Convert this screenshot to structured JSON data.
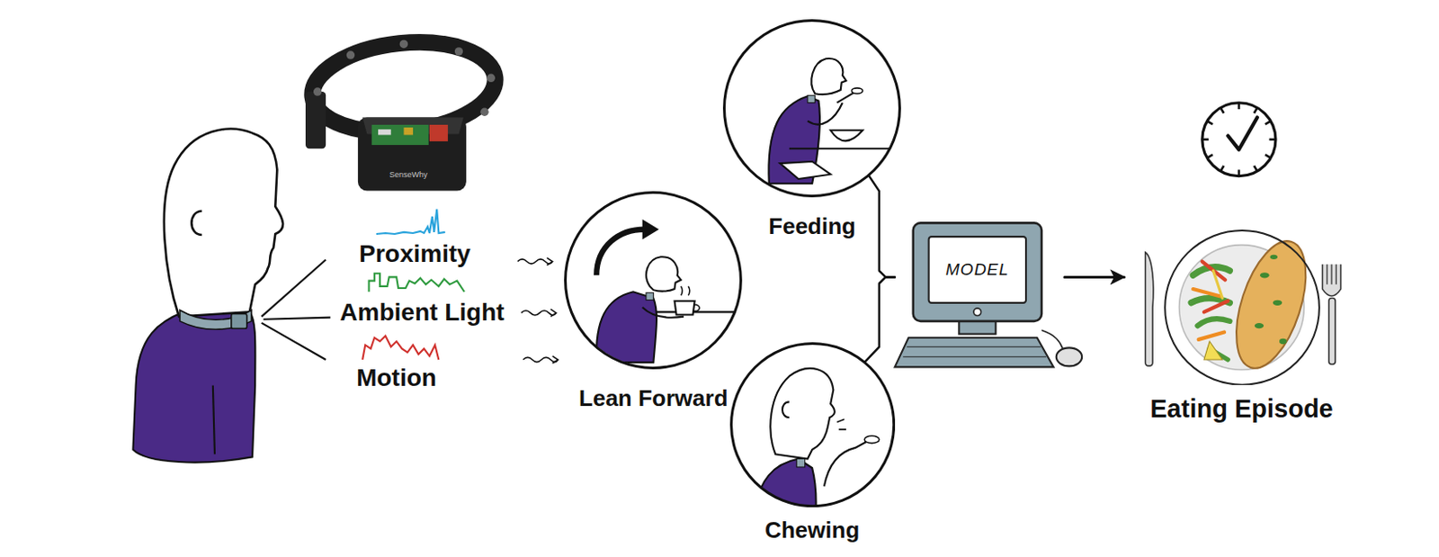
{
  "diagram": {
    "nodes": [
      {
        "text": [
          "Lean Forward"
        ]
      },
      {
        "text": [
          "Feeding"
        ]
      },
      {
        "text": [
          "Chewing"
        ]
      },
      {
        "text": [
          "MODEL"
        ]
      },
      {
        "text": [
          "Eating Episode"
        ]
      }
    ],
    "edges": [
      {
        "from": 1,
        "to": 3,
        "arrow": "none"
      },
      {
        "from": 2,
        "to": 3,
        "arrow": "none"
      },
      {
        "from": 3,
        "to": 4,
        "arrow": "to"
      }
    ],
    "labels": [
      "Proximity",
      "Ambient Light",
      "Motion",
      "SenseWhy"
    ]
  }
}
